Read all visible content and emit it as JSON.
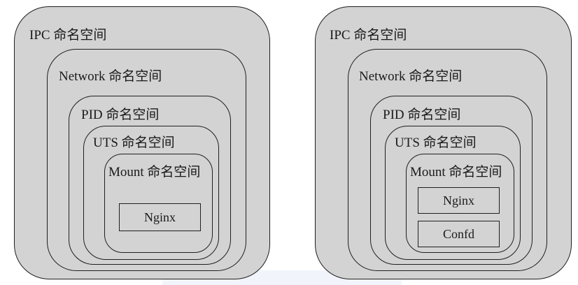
{
  "left": {
    "ipc": "IPC 命名空间",
    "network": "Network 命名空间",
    "pid": "PID 命名空间",
    "uts": "UTS 命名空间",
    "mount": "Mount 命名空间",
    "processes": [
      "Nginx"
    ]
  },
  "right": {
    "ipc": "IPC 命名空间",
    "network": "Network 命名空间",
    "pid": "PID 命名空间",
    "uts": "UTS 命名空间",
    "mount": "Mount 命名空间",
    "processes": [
      "Nginx",
      "Confd"
    ]
  },
  "colors": {
    "fill": "#d3d3d3",
    "stroke": "#1f1f1f"
  }
}
